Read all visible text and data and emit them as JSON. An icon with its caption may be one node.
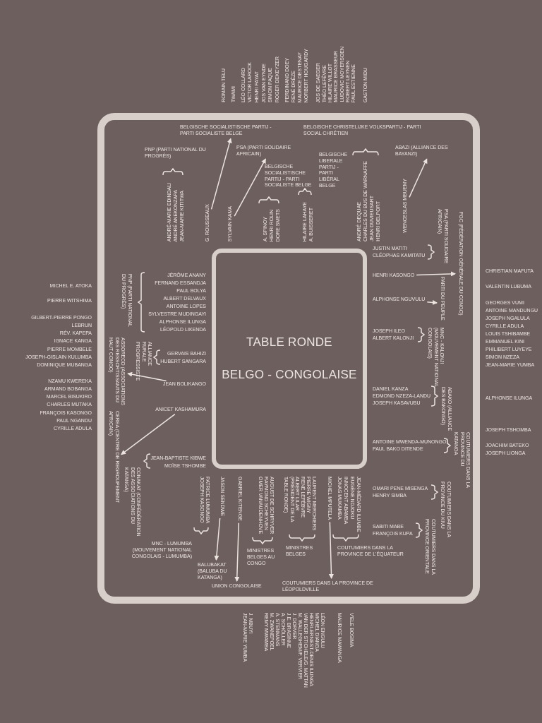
{
  "diagram": {
    "nodes": [
      {
        "text": [
          "TABLE RONDE",
          "BELGO - CONGOLAISE"
        ]
      },
      {
        "text": [
          "G. ROUSSEAUX"
        ]
      },
      {
        "text": [
          "BELGISCHE SOCIALISTISCHE PARTIJ - PARTI SOCIALISTE BELGE"
        ]
      },
      {
        "text": [
          "SYLVAIN KAMA"
        ]
      },
      {
        "text": [
          "PSA (PARTI SOLIDAIRE AFRICAIN)"
        ]
      },
      {
        "text": [
          "WENCESLAS MBUEMY"
        ]
      },
      {
        "text": [
          "ABAZI (ALLIANCE DES BAYANZI)"
        ]
      },
      {
        "text": [
          "HENRI KASONGO"
        ]
      },
      {
        "text": [
          "FGC (FÉDÉRATION GÉNÉRALE DU CONGO)"
        ]
      },
      {
        "text": [
          "ALPHONSE NGUVULU"
        ]
      },
      {
        "text": [
          "PARTI DU PEUPLE"
        ]
      },
      {
        "text": [
          "MICHEL MPUTELA"
        ]
      },
      {
        "text": [
          "COUTUMIERS DANS LA PROVINCE DE LÉOPOLDVILLE"
        ]
      },
      {
        "text": [
          "GABRIEL KITENGE"
        ]
      },
      {
        "text": [
          "UNION CONGOLAISE"
        ]
      },
      {
        "text": [
          "JASON SENDWE"
        ]
      },
      {
        "text": [
          "BALUBAKAT (BALUBA DU KATANGA)"
        ]
      },
      {
        "text": [
          "ANICET KASHAMURA"
        ]
      },
      {
        "text": [
          "CEREA (CENTRE DE REGROUPEMENT AFRICAIN)"
        ]
      },
      {
        "text": [
          "JEAN BOLIKANGO"
        ]
      },
      {
        "text": [
          "ASSORECO (ASSOCIATIONS DES RESSORTISSANTS DU HAUT CONGO)"
        ]
      }
    ],
    "edges": [
      {
        "from": 1,
        "to": 2,
        "arrow": "to"
      },
      {
        "from": 3,
        "to": 4,
        "arrow": "to"
      },
      {
        "from": 5,
        "to": 6,
        "arrow": "to"
      },
      {
        "from": 7,
        "to": 8,
        "arrow": "to"
      },
      {
        "from": 9,
        "to": 10,
        "arrow": "to"
      },
      {
        "from": 11,
        "to": 12,
        "arrow": "to"
      },
      {
        "from": 13,
        "to": 14,
        "arrow": "to"
      },
      {
        "from": 15,
        "to": 16,
        "arrow": "to"
      },
      {
        "from": 17,
        "to": 18,
        "arrow": "to"
      },
      {
        "from": 19,
        "to": 20,
        "arrow": "to"
      }
    ],
    "labels": [
      "ROMAIN TELU",
      "TWAMI",
      "LÉO COLLARD",
      "VICTOR LAROCK",
      "HENRI FAYAT",
      "JOS VAN EYNDE",
      "SIMON PAQUE",
      "ROGER DEKEYZER",
      "FERDINAND DOEY",
      "RENÉ DRÈZE",
      "MAURICE DESTENAY",
      "NORBERT HOUGARDY",
      "JOS DE SAEGER",
      "THÉO LEFÈVRE",
      "HILAIRE WILLOT",
      "MAURICE BRASSEUR",
      "LUDOVIC MOYERSOEN",
      "ROBERT LEYNEN",
      "PAUL ESTIENNE",
      "GASTON MIDU",
      "PNP (PARTI NATIONAL DU PROGRÈS)",
      "BELGISCHE SOCIALISTISCHE PARTIJ - PARTI SOCIALISTE BELGE",
      "BELGISCHE LIBERALE PARTIJ - PARTI LIBÉRAL BELGE",
      "BELGISCHE CHRISTELIJKE VOLKSPARTIJ - PARTI SOCIAL CHRÉTIEN",
      "ANDRÉ-MARIE EDINDALI",
      "ANDRÉ ANEKONZAPA",
      "JEAN-MARIE KITITWA",
      "A. SPINOY",
      "HENRI ROLIN",
      "DORE SMETS",
      "HILAIRE LAHAYE",
      "A. BUISSERET",
      "ANDRÉ DEQUAE",
      "CHARLES DU BUS DE WARNAFFE",
      "JEAN DUVIEUSART",
      "HENRI DELPORT",
      "JUSTIN MATITI",
      "CLÉOPHAS KAMITATU",
      "JOSEPH ILEO",
      "ALBERT KALONJI",
      "DANIEL KANZA",
      "EDMOND NZEZA-LANDU",
      "JOSEPH KASAVUBU",
      "ANTOINE MWENDA-MUNONGO",
      "PAUL BAKO DITENDE",
      "OMARI PENE MISENGA",
      "HENRY SIMBA",
      "SABITI MABE",
      "FRANÇOIS KUPA",
      "PSA (PARTI SOLIDAIRE AFRICAIN)",
      "MNC - KALONJI (MOUVEMENT NATIONAL CONGOLAIS)",
      "ABAKO (ALLIANCE DES BAKONGO)",
      "COUTUMIERS DANS LA PROVINCE DU KATANGA",
      "COUTUMIERS DANS LA PROVINCE DU KIVU",
      "COUTUMIERS DANS LA PROVINCE ORIENTALE",
      "CHRISTIAN MAFUTA",
      "VALENTIN LUBUMA",
      "GEORGES VUMI",
      "ANTOINE MANDUNGU",
      "JOSEPH NGALULA",
      "CYRILLE ADULA",
      "LOUIS TSHIBAMBE",
      "EMMANUEL KINI",
      "PHILIBERT LUYEYE",
      "SIMON NZEZA",
      "JEAN-MARIE YUMBA",
      "ALPHONSE ILUNGA",
      "JOSEPH TSHOMBA",
      "JOACHIM BATEKO",
      "JOSEPH LIONGA",
      "PATRICE LUMUMBA",
      "JOSEPH KASONGO",
      "AUGUST DE SCHRYVER",
      "RAYMOND SCHEYVEN",
      "OMER VANAUDENHOVE",
      "LAURENT MERCHIERS",
      "PIERRE WIGNY",
      "RENÉ LEFÈBVRE",
      "ALBERT LILAR",
      "(PRÉSIDENT DE LA TABLE RONDE)",
      "JEAN-MÉDARD ILUMBE",
      "EUGÈNE NDJOKU",
      "INNOCENT ABAMBA",
      "JONAS MUKAMBA",
      "MNC - LUMUMBA (MOUVEMENT NATIONAL CONGOLAIS - LUMUMBA)",
      "MINISTRES BELGES AU CONGO",
      "MINISTRES BELGES",
      "COUTUMIERS DANS LA PROVINCE DE L'ÉQUATEUR",
      "JÉRÔME ANANY",
      "FERNAND ESSANDJA",
      "PAUL BOLYA",
      "ALBERT DELVAUX",
      "ANTOINE LOPES",
      "SYLVESTRE MUDINGAYI",
      "ALPHONSE ILUNGA",
      "LÉOPOLD LIKENDA",
      "GERVAIS BAHIZI",
      "HUBERT SANGARA",
      "JEAN-BAPTISTE KIBWE",
      "MOÏSE TSHOMBE",
      "PNP (PARTI NATIONAL DU PROGRÈS)",
      "ALLIANCE RURALE PROGRESSISTE",
      "CONAKAT (CONFÉDÉRATION DES ASSOCIATIONS DU KATANGA)",
      "MICHEL E. ATOKA",
      "PIERRE WITSHIMA",
      "GILBERT-PIERRE PONGO",
      "LEBRUN",
      "RÉV. KAPEPA",
      "IGNACE KANGA",
      "PIERRE MOMBELE",
      "JOSEPH-GISLAIN KULUMBA",
      "DOMINIQUE MUBANGA",
      "NZAMU KWEREKA",
      "ARMAND BOBANGA",
      "MARCEL BISUKIRO",
      "CHARLES MUTAKA",
      "FRANÇOIS KASONGO",
      "PAUL NGANDU",
      "CYRILLE ADULA",
      "V'ELE BOSIMA",
      "MAURICE MAWANGA",
      "LÉON ENGULU",
      "MICHEL DIANGA",
      "HENRI-ERNEST-DENIS ILUNGA",
      "VAN DER STICHELE/G. MATTAN",
      "M. WALLEGHEM/F. VERVIER",
      "J. DORVER",
      "J.E. BRASINNE",
      "A. SCHÖLLER",
      "A. STENMANS",
      "M. ZWANEPOEL",
      "REMY MWAMBA",
      "J. MBUYI",
      "JEAN-MARIE YUMBA"
    ]
  }
}
